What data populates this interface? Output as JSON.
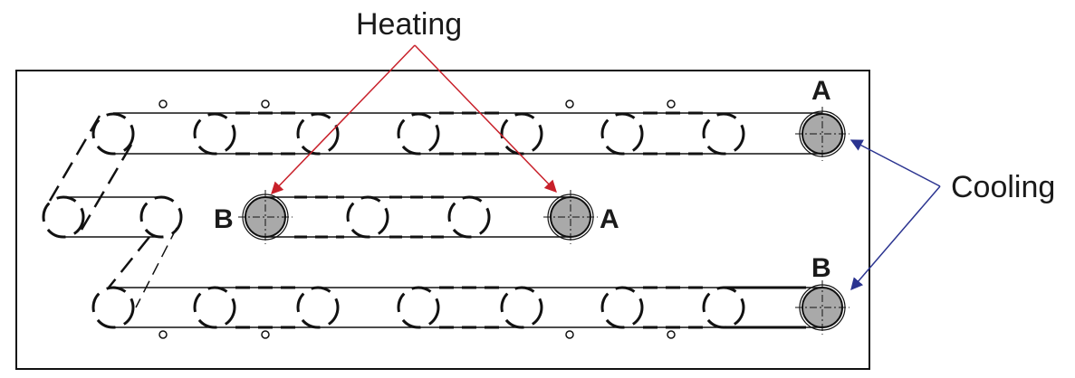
{
  "labels": {
    "heating": "Heating",
    "cooling": "Cooling",
    "port_a": "A",
    "port_b": "B"
  },
  "colors": {
    "line": "#111111",
    "heating_arrow": "#c8202a",
    "cooling_arrow": "#2b3490",
    "port_fill": "#a9a9a9"
  }
}
